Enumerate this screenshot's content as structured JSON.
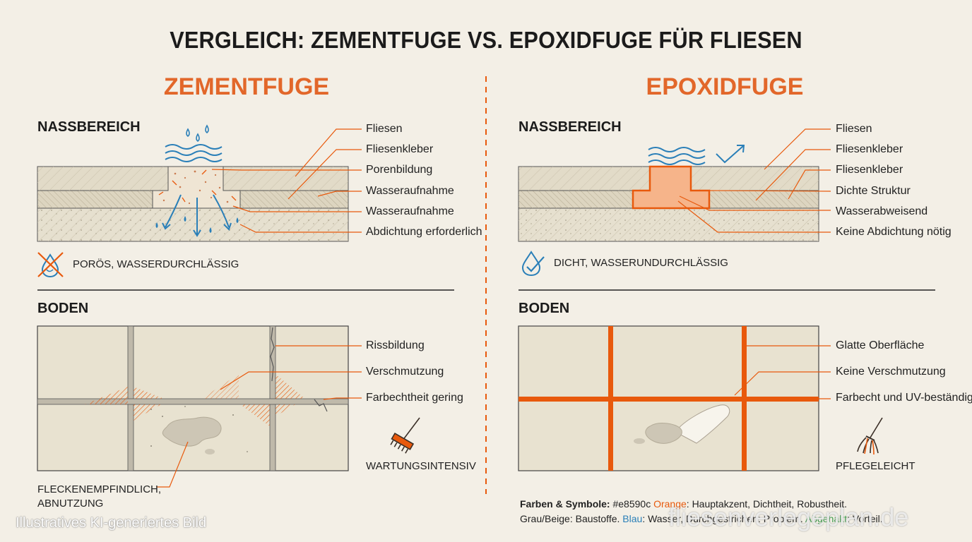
{
  "title": "VERGLEICH: ZEMENTFUGE VS. EPOXIDFUGE FÜR FLIESEN",
  "left": {
    "heading": "ZEMENTFUGE",
    "wet": {
      "heading": "NASSBEREICH",
      "labels": [
        "Fliesen",
        "Fliesenkleber",
        "Porenbildung",
        "Wasseraufnahme",
        "Wasseraufnahme",
        "Abdichtung erforderlich"
      ],
      "caption": "PORÖS, WASSERDURCHLÄSSIG"
    },
    "floor": {
      "heading": "BODEN",
      "labels": [
        "Rissbildung",
        "Verschmutzung",
        "Farbechtheit gering"
      ],
      "maintenance": "WARTUNGSINTENSIV",
      "caption_line1": "FLECKENEMPFINDLICH,",
      "caption_line2": "ABNUTZUNG"
    }
  },
  "right": {
    "heading": "EPOXIDFUGE",
    "wet": {
      "heading": "NASSBEREICH",
      "labels": [
        "Fliesen",
        "Fliesenkleber",
        "Fliesenkleber",
        "Dichte Struktur",
        "Wasserabweisend",
        "Keine Abdichtung nötig"
      ],
      "caption": "DICHT, WASSERUNDURCHLÄSSIG"
    },
    "floor": {
      "heading": "BODEN",
      "labels": [
        "Glatte Oberfläche",
        "Keine Verschmutzung",
        "Farbecht und UV-beständig"
      ],
      "maintenance": "PFLEGELEICHT"
    }
  },
  "legend": {
    "heading": "Farben & Symbole:",
    "hex": "#e8590c",
    "orange_word": "Orange",
    "orange_text": ": Hauptakzent, Dichtheit, Robustheit.",
    "line2_start": "Grau/Beige: Baustoffe. ",
    "blue_word": "Blau",
    "blue_text": ": Wasser, Durchgestrichen: Problem. ",
    "green_word": "Abgehakt",
    "green_text": ": Vorteil."
  },
  "watermarks": {
    "left": "Illustratives KI-generiertes Bild",
    "right": "fliesenverlegeplan.de"
  },
  "colors": {
    "accent": "#e8590c",
    "water": "#2a7fb8",
    "tile": "#e6e0cf",
    "background": "#f3efe6"
  },
  "icons": [
    "water-drop-crossed-icon",
    "water-drop-check-icon",
    "scrub-brush-icon",
    "mop-icon"
  ]
}
